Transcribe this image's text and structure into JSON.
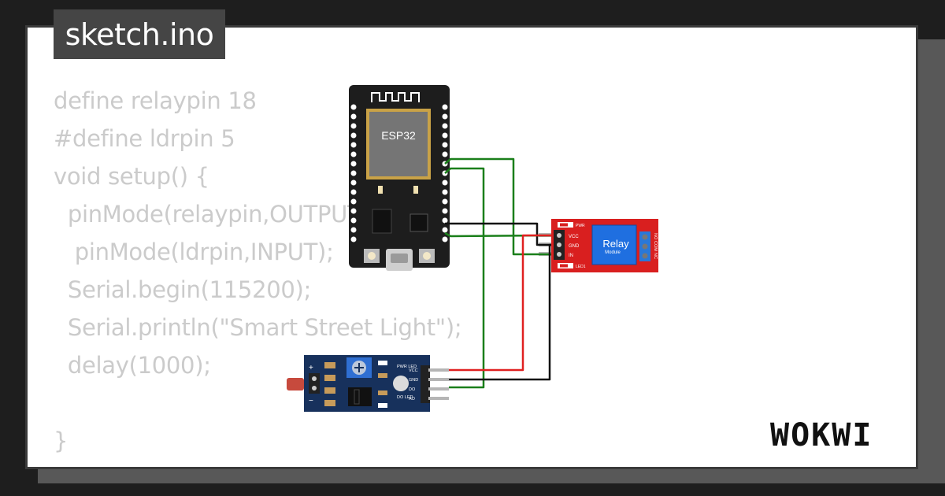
{
  "project": {
    "filename": "sketch.ino"
  },
  "code_lines": [
    "define relaypin 18",
    "#define ldrpin 5",
    "void setup() {",
    "  pinMode(relaypin,OUTPUT);",
    "   pinMode(ldrpin,INPUT);",
    "  Serial.begin(115200);",
    "  Serial.println(\"Smart Street Light\");",
    "  delay(1000);",
    "",
    "}"
  ],
  "esp32": {
    "label": "ESP32"
  },
  "relay": {
    "label_main": "Relay",
    "label_sub": "Module",
    "pin_vcc": "VCC",
    "pin_gnd": "GND",
    "pin_in": "IN",
    "led_pwr": "PWR",
    "led_1": "LED1",
    "terminal_no": "NO",
    "terminal_com": "COM",
    "terminal_nc": "NC"
  },
  "ldr_sensor": {
    "pin_vcc": "VCC",
    "pin_gnd": "GND",
    "pin_do": "DO",
    "pin_ao": "AO",
    "led_pwr": "PWR LED",
    "led_do": "DO LED",
    "plus": "+",
    "minus": "−"
  },
  "brand": {
    "logo_text": "WOKWI"
  },
  "colors": {
    "background": "#1e1e1e",
    "card": "#ffffff",
    "code_text": "#cbcbcb",
    "wire_green": "#1a7f1a",
    "wire_red": "#e02020",
    "wire_black": "#111111",
    "relay_board": "#d91f1f",
    "relay_block": "#1f6fe0",
    "sensor_board": "#17315c",
    "esp32_board": "#1d1d1d"
  }
}
